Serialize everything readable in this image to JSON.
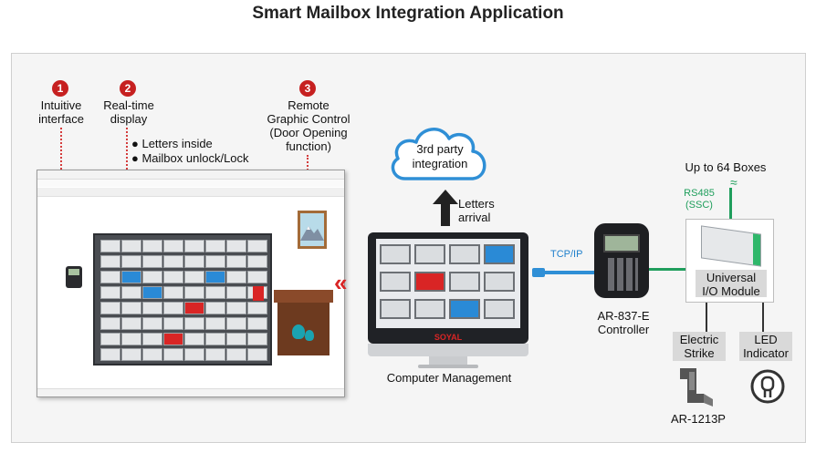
{
  "title": "Smart Mailbox Integration Application",
  "features": [
    {
      "number": "1",
      "label_line1": "Intuitive",
      "label_line2": "interface"
    },
    {
      "number": "2",
      "label_line1": "Real-time",
      "label_line2": "display"
    },
    {
      "number": "3",
      "label_line1": "Remote",
      "label_line2": "Graphic Control",
      "label_line3": "(Door Opening",
      "label_line4": "function)"
    }
  ],
  "bullets": [
    "Letters inside",
    "Mailbox unlock/Lock"
  ],
  "cloud": {
    "line1": "3rd party",
    "line2": "integration"
  },
  "letters_arrival": {
    "line1": "Letters",
    "line2": "arrival"
  },
  "computer_label": "Computer Management",
  "monitor_brand": "SOYAL",
  "tcp_label": "TCP/IP",
  "controller": {
    "line1": "AR-837-E",
    "line2": "Controller"
  },
  "up_to_boxes": "Up to 64 Boxes",
  "rs485": {
    "line1": "RS485",
    "line2": "(SSC)"
  },
  "module": {
    "line1": "Universal",
    "line2": "I/O Module"
  },
  "electric_strike": {
    "line1": "Electric",
    "line2": "Strike"
  },
  "led_indicator": {
    "line1": "LED",
    "line2": "Indicator"
  },
  "strike_model": "AR-1213P",
  "colors": {
    "badge": "#c62020",
    "accent_line": "#1f9e5c",
    "tcp": "#1e7fcc",
    "mailbox_blue": "#2a8ad6",
    "mailbox_red": "#d92525"
  }
}
